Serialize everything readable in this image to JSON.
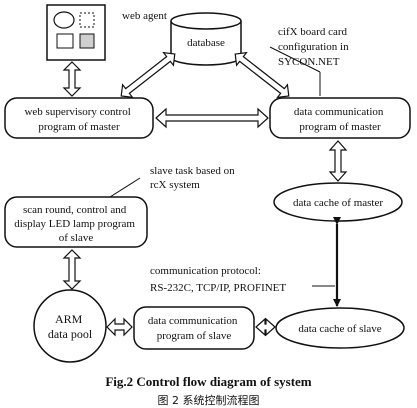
{
  "nodes": {
    "web_agent": {
      "label": "web agent"
    },
    "database": {
      "label": "database"
    },
    "sycon_note": {
      "lines": [
        "cifX  board  card",
        "configuration   in",
        "SYCON.NET"
      ]
    },
    "web_supervisory": {
      "lines": [
        "web supervisory control",
        "program of master"
      ]
    },
    "data_comm_master": {
      "lines": [
        "data communication",
        "program of master"
      ]
    },
    "slave_task_note": {
      "lines": [
        "slave  task  based  on",
        "rcX system"
      ]
    },
    "scan_round": {
      "lines": [
        "scan round, control and",
        "display LED lamp program",
        "of slave"
      ]
    },
    "data_cache_master": {
      "label": "data cache of master"
    },
    "comm_protocol": {
      "lines": [
        "communication protocol:",
        "RS-232C, TCP/IP, PROFINET"
      ]
    },
    "arm_pool": {
      "lines": [
        "ARM",
        "data pool"
      ]
    },
    "data_comm_slave": {
      "lines": [
        "data communication",
        "program of slave"
      ]
    },
    "data_cache_slave": {
      "label": "data cache of slave"
    }
  },
  "caption": {
    "en": "Fig.2 Control flow diagram of system",
    "cn": "图 2  系统控制流程图"
  },
  "colors": {
    "ink": "#111111",
    "background": "#ffffff"
  }
}
